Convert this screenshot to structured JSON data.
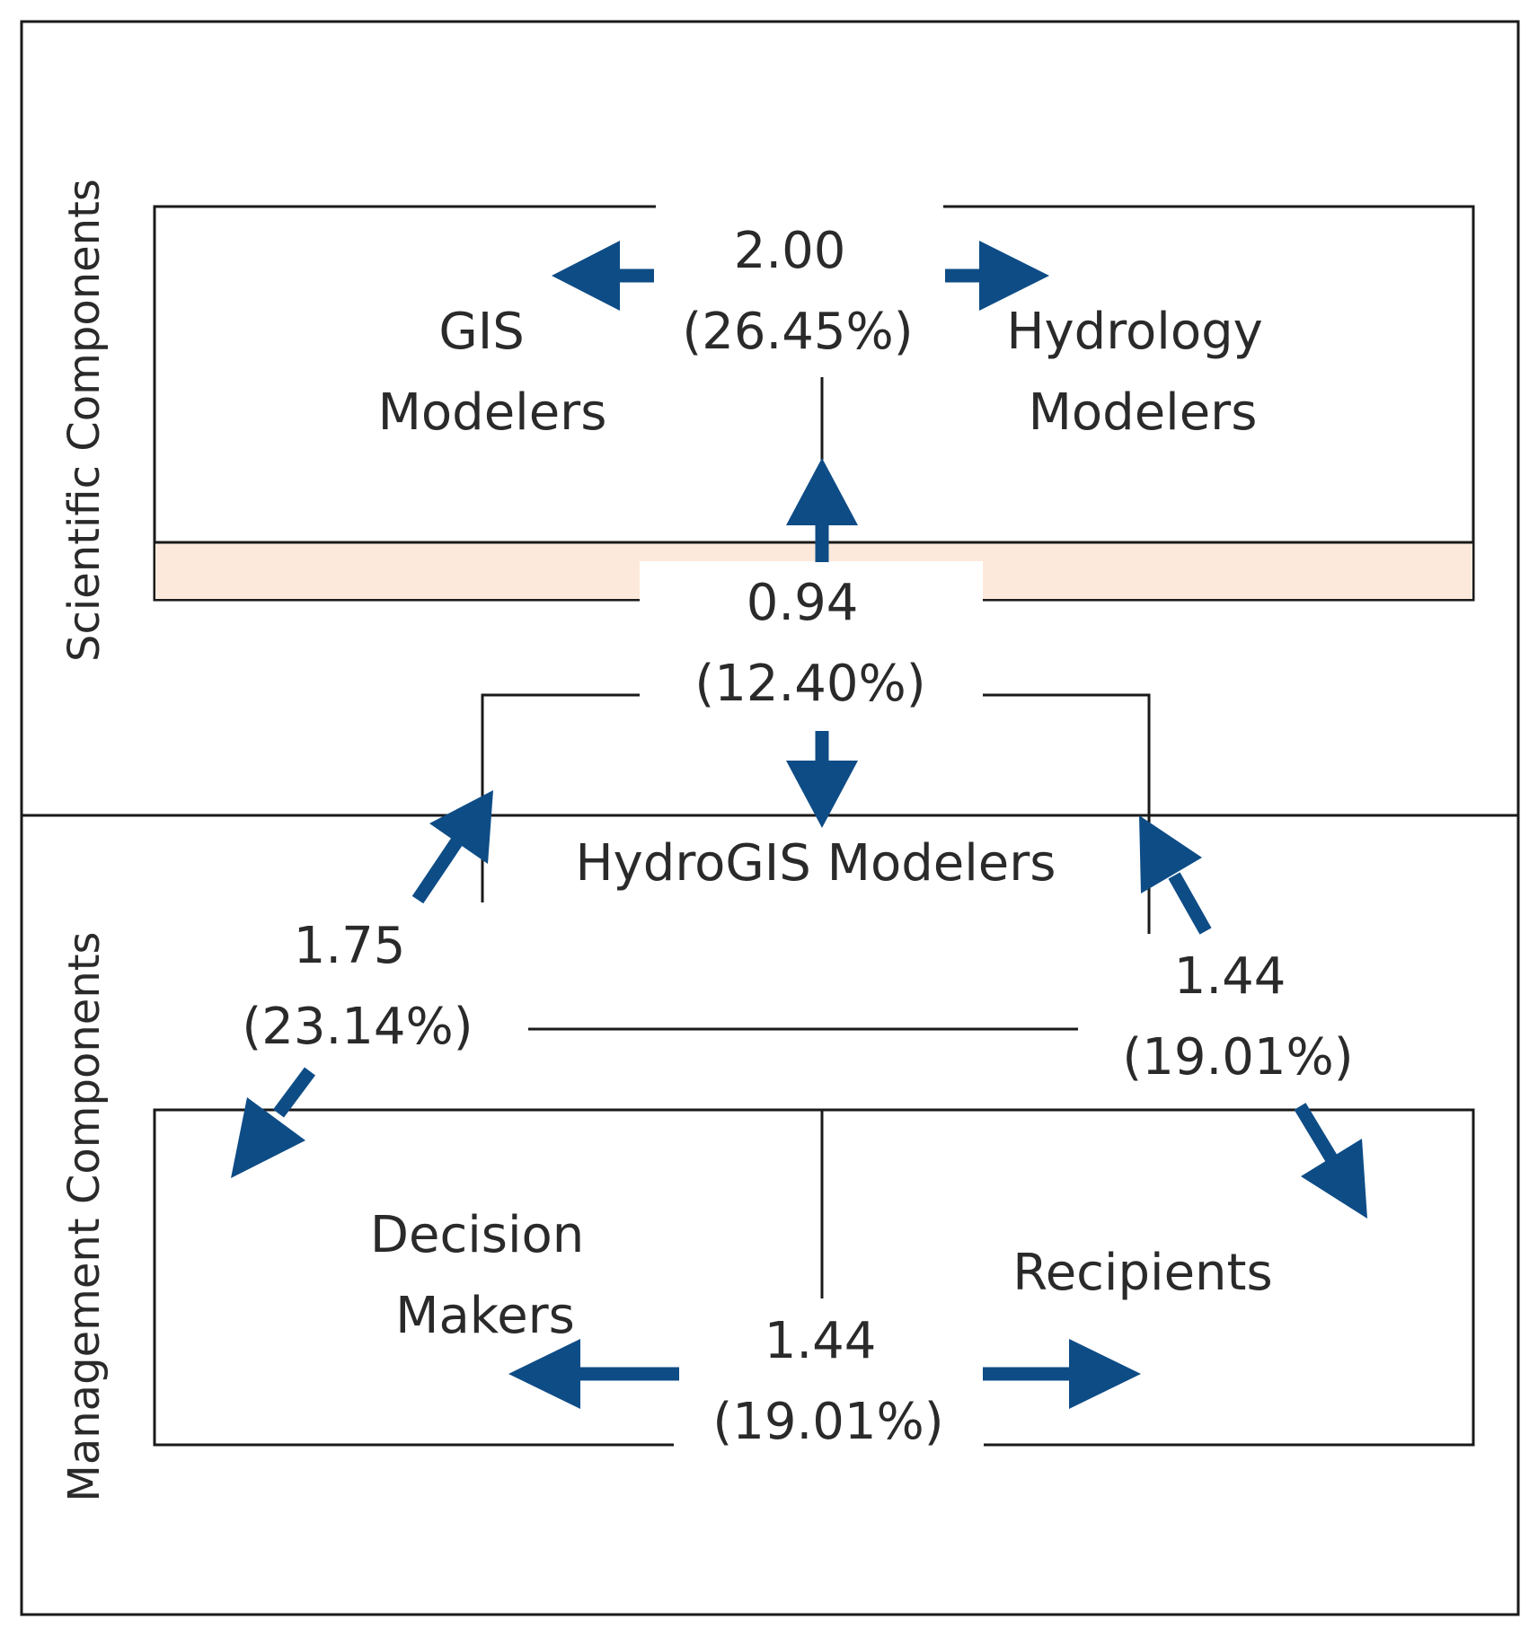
{
  "sections": {
    "scientific": "Scientific Components",
    "management": "Management Components"
  },
  "nodes": {
    "gis": [
      "GIS",
      "Modelers"
    ],
    "hydrology": [
      "Hydrology",
      "Modelers"
    ],
    "hydrogis": "HydroGIS Modelers",
    "decision": [
      "Decision",
      "Makers"
    ],
    "recipients": "Recipients"
  },
  "links": {
    "gis_hydrology": {
      "value": "2.00",
      "percent": "(26.45%)"
    },
    "scientific_hydrogis": {
      "value": "0.94",
      "percent": "(12.40%)"
    },
    "hydrogis_decision": {
      "value": "1.75",
      "percent": "(23.14%)"
    },
    "hydrogis_recipients": {
      "value": "1.44",
      "percent": "(19.01%)"
    },
    "decision_recipients": {
      "value": "1.44",
      "percent": "(19.01%)"
    }
  },
  "colors": {
    "arrow": "#0e4c86",
    "band": "#fde9dc",
    "line": "#1a1a1a"
  }
}
